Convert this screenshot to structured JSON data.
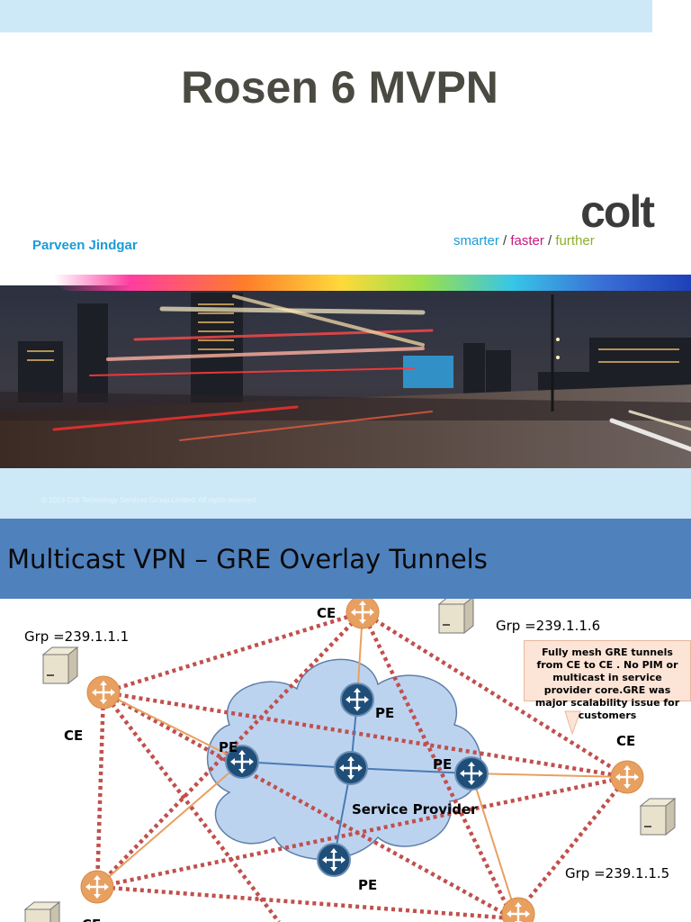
{
  "slide1": {
    "title": "Rosen 6 MVPN",
    "author": "Parveen Jindgar",
    "logo": {
      "word": "colt",
      "tagline": [
        {
          "text": "smarter",
          "color": "#1b9bd8"
        },
        {
          "text": " / ",
          "color": "#3b3b3b"
        },
        {
          "text": "faster",
          "color": "#c8177f"
        },
        {
          "text": " / ",
          "color": "#3b3b3b"
        },
        {
          "text": "further",
          "color": "#8cae2b"
        }
      ]
    },
    "copyright": "© 2013 Colt Technology Services Group Limited. All rights reserved."
  },
  "slide2": {
    "title": "Multicast VPN – GRE Overlay Tunnels",
    "labels": {
      "ce_top": "CE",
      "ce_left": "CE",
      "ce_right": "CE",
      "ce_bottom_left": "CE",
      "pe_top": "PE",
      "pe_left": "PE",
      "pe_right": "PE",
      "pe_bottom": "PE",
      "cloud": "Service Provider"
    },
    "groups": {
      "left": "Grp =239.1.1.1",
      "top_right": "Grp =239.1.1.6",
      "bottom_right": "Grp =239.1.1.5"
    },
    "callout": "Fully mesh GRE tunnels from CE to CE . No PIM or multicast in service provider core.GRE  was major scalability issue for customers",
    "colors": {
      "header": "#4f81bd",
      "tunnel": "#c0504d",
      "ce_router": "#e8a060",
      "pe_router": "#1f4e79",
      "cloud": "#bcd3f0"
    }
  }
}
